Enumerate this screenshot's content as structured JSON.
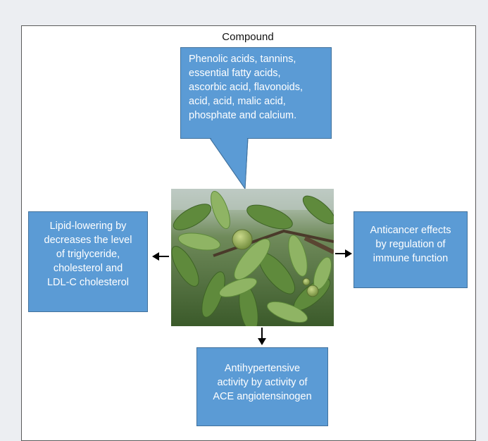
{
  "diagram": {
    "title": "Compound",
    "compound_text": "Phenolic acids, tannins,\nessential fatty acids,\nascorbic acid, flavonoids,\nacid, acid, malic acid,\nphosphate and calcium.",
    "left_effect": "Lipid-lowering by\ndecreases the level\nof triglyceride,\ncholesterol and\nLDL-C cholesterol",
    "right_effect": "Anticancer effects\nby regulation of\nimmune function",
    "bottom_effect": "Antihypertensive\nactivity by activity of\nACE angiotensinogen"
  },
  "colors": {
    "box_fill": "#5b9bd5",
    "box_border": "#41719c",
    "arrow": "#000000"
  },
  "icons": {
    "center_image": "walnut-tree-photo"
  }
}
